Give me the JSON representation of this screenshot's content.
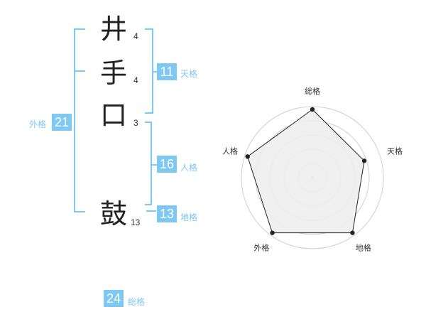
{
  "name": {
    "chars": [
      {
        "char": "井",
        "strokes": "4"
      },
      {
        "char": "手",
        "strokes": "4"
      },
      {
        "char": "口",
        "strokes": "3"
      },
      {
        "char": "鼓",
        "strokes": "13"
      }
    ]
  },
  "fortunes": {
    "tenkaku": {
      "value": "11",
      "label": "天格"
    },
    "jinkaku": {
      "value": "16",
      "label": "人格"
    },
    "chikaku": {
      "value": "13",
      "label": "地格"
    },
    "gaikaku": {
      "value": "21",
      "label": "外格"
    },
    "soukaku": {
      "value": "24",
      "label": "総格"
    }
  },
  "colors": {
    "accent": "#7ec8f4",
    "text": "#222222",
    "radar_fill": "#eeeeee"
  },
  "chart_data": {
    "type": "radar",
    "categories": [
      "総格",
      "天格",
      "地格",
      "外格",
      "人格"
    ],
    "values": [
      5,
      4,
      5,
      5,
      5
    ],
    "max": 5,
    "rings": 5
  }
}
